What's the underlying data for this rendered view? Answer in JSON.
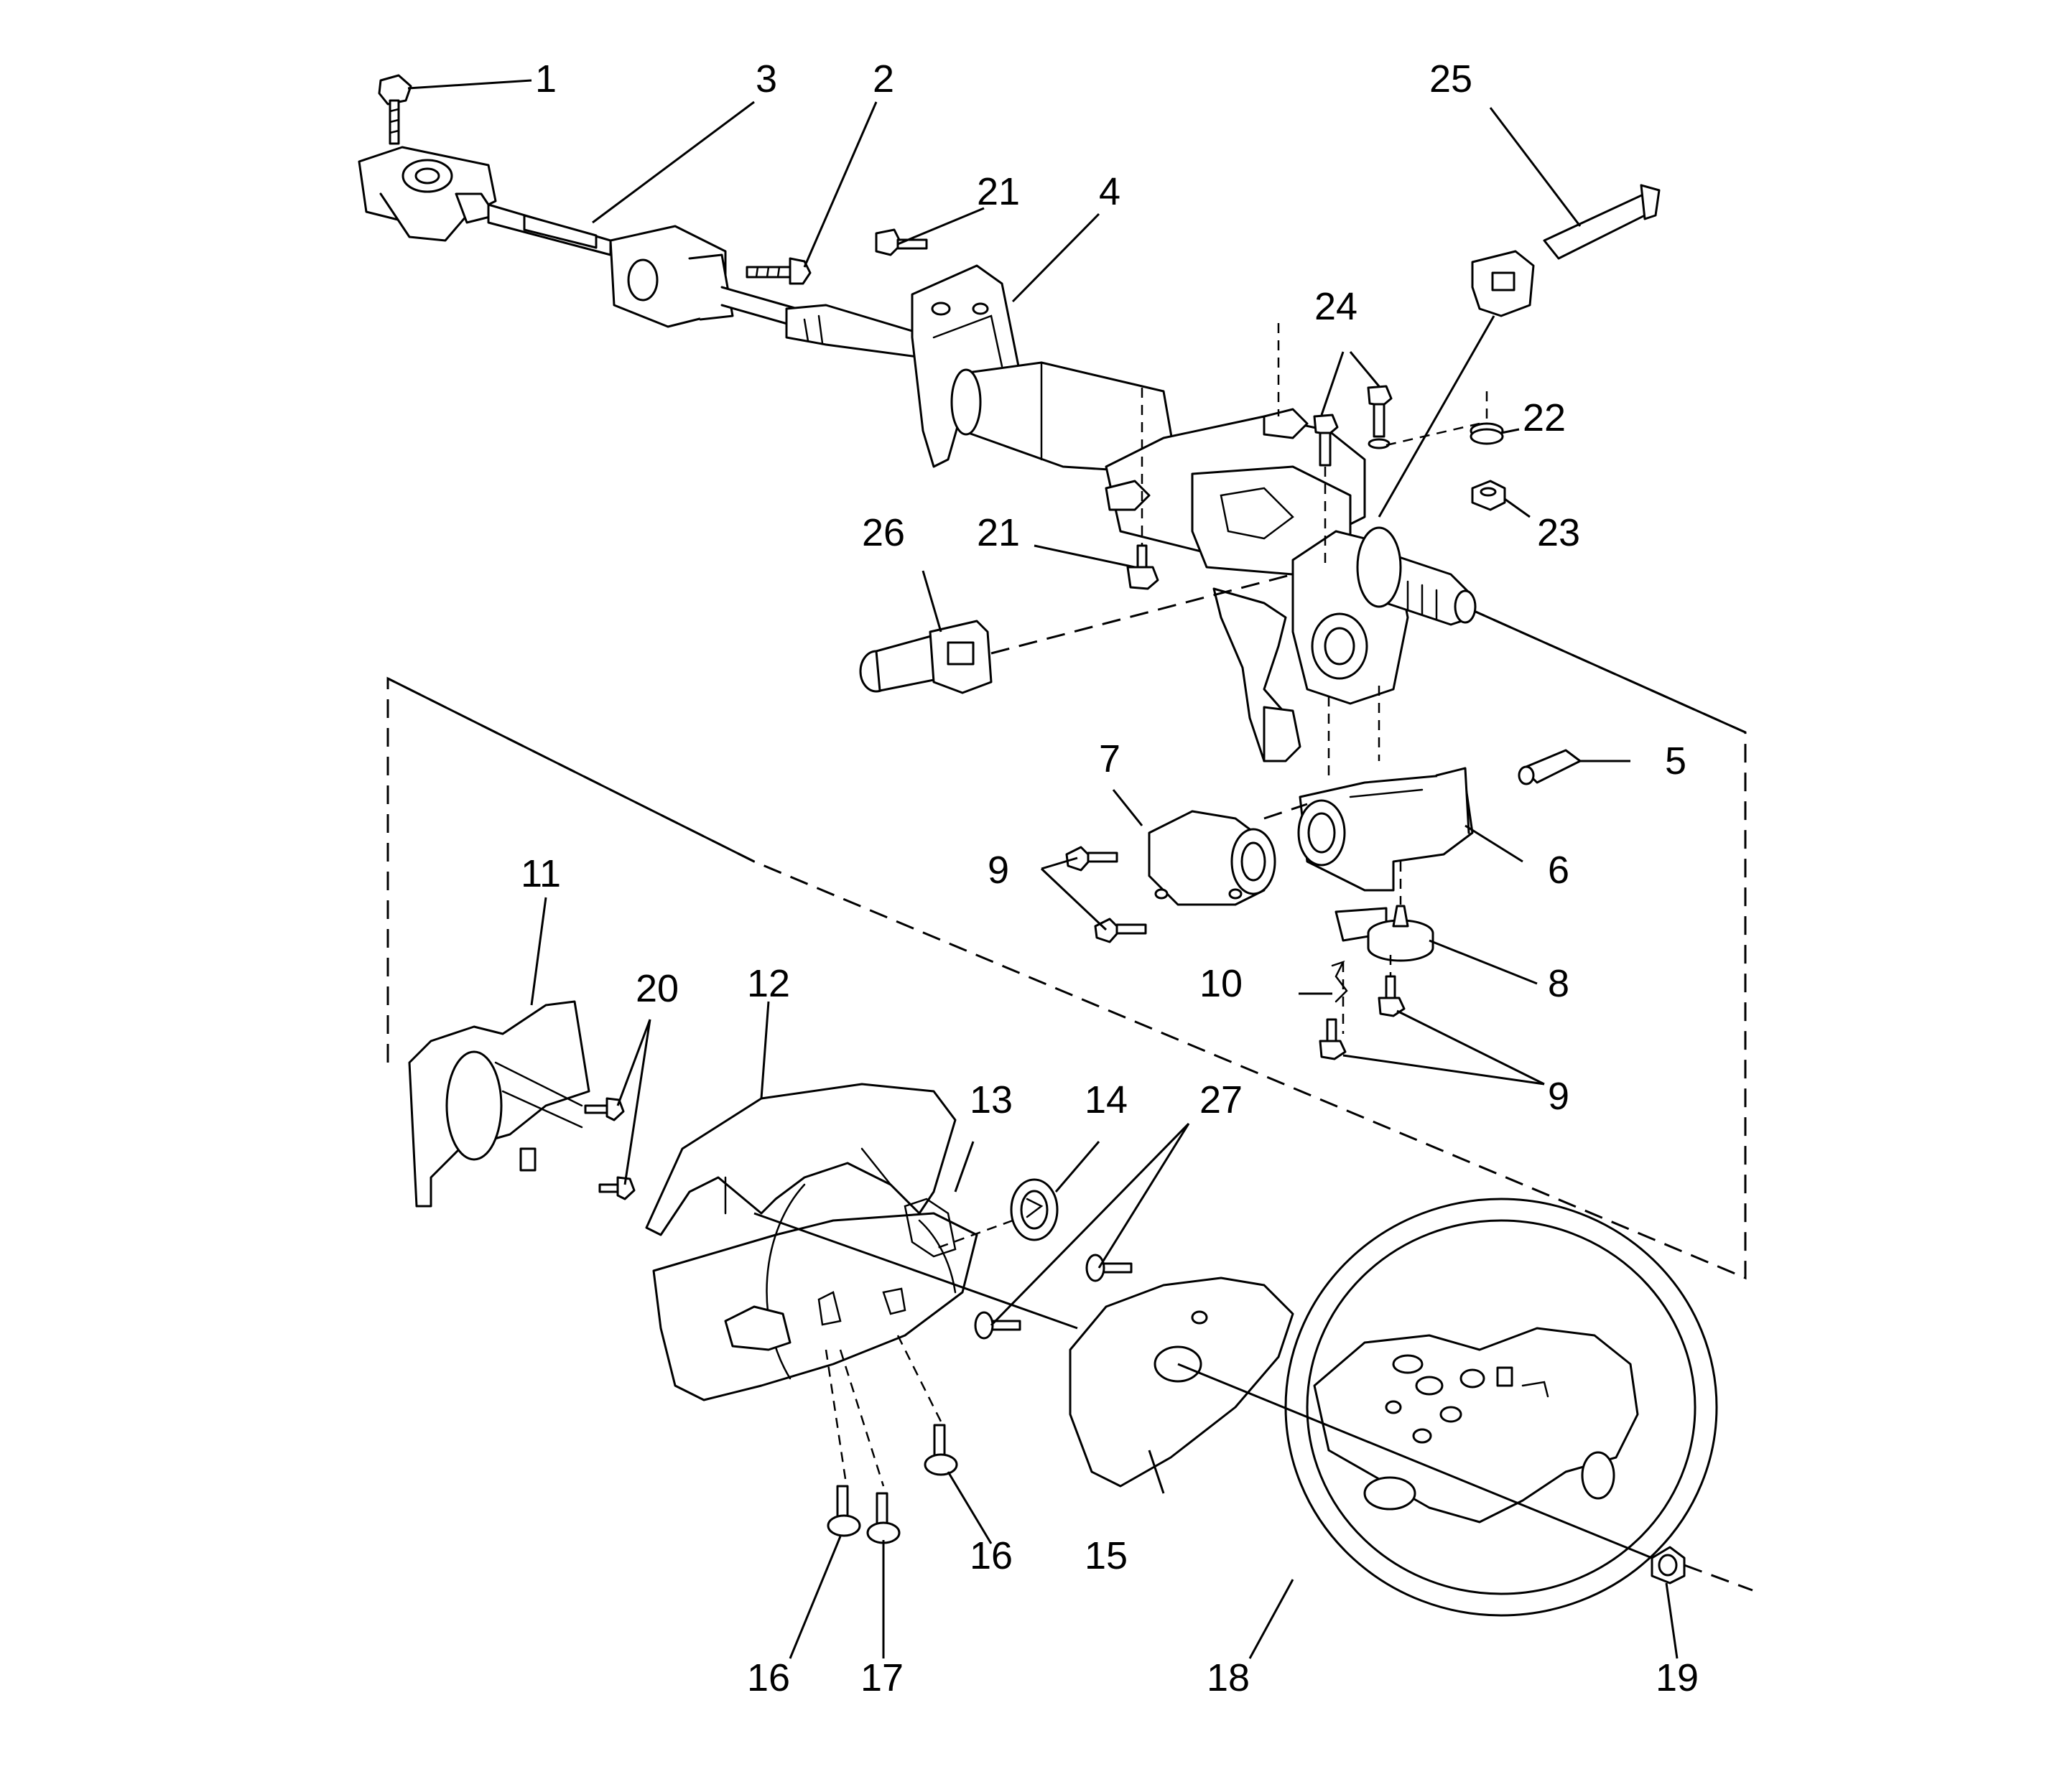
{
  "colors": {
    "ink": "#000000",
    "paper": "#ffffff"
  },
  "callouts": [
    {
      "id": "c1",
      "label": "1"
    },
    {
      "id": "c2",
      "label": "2"
    },
    {
      "id": "c3",
      "label": "3"
    },
    {
      "id": "c4",
      "label": "4"
    },
    {
      "id": "c5",
      "label": "5"
    },
    {
      "id": "c6",
      "label": "6"
    },
    {
      "id": "c7",
      "label": "7"
    },
    {
      "id": "c8",
      "label": "8"
    },
    {
      "id": "c9a",
      "label": "9"
    },
    {
      "id": "c9b",
      "label": "9"
    },
    {
      "id": "c10",
      "label": "10"
    },
    {
      "id": "c11",
      "label": "11"
    },
    {
      "id": "c12",
      "label": "12"
    },
    {
      "id": "c13",
      "label": "13"
    },
    {
      "id": "c14",
      "label": "14"
    },
    {
      "id": "c15",
      "label": "15"
    },
    {
      "id": "c16a",
      "label": "16"
    },
    {
      "id": "c16b",
      "label": "16"
    },
    {
      "id": "c17",
      "label": "17"
    },
    {
      "id": "c18",
      "label": "18"
    },
    {
      "id": "c19",
      "label": "19"
    },
    {
      "id": "c20",
      "label": "20"
    },
    {
      "id": "c21a",
      "label": "21"
    },
    {
      "id": "c21b",
      "label": "21"
    },
    {
      "id": "c22",
      "label": "22"
    },
    {
      "id": "c23",
      "label": "23"
    },
    {
      "id": "c24",
      "label": "24"
    },
    {
      "id": "c25",
      "label": "25"
    },
    {
      "id": "c26",
      "label": "26"
    },
    {
      "id": "c27",
      "label": "27"
    }
  ]
}
